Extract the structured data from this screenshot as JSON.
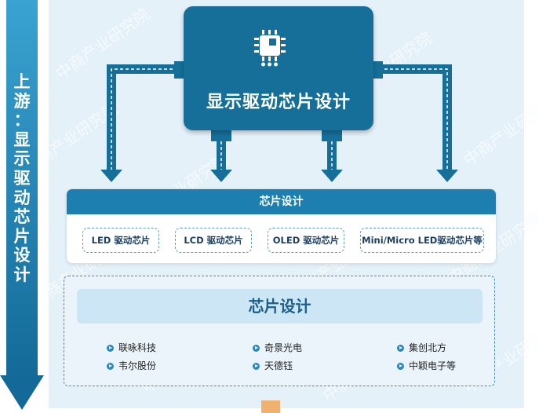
{
  "side_label": [
    "上",
    "游",
    "：",
    "显",
    "示",
    "驱",
    "动",
    "芯",
    "片",
    "设",
    "计"
  ],
  "hero": {
    "title": "显示驱动芯片设计",
    "icon": "chip-icon"
  },
  "chip_design": {
    "title": "芯片设计",
    "items": [
      "LED 驱动芯片",
      "LCD 驱动芯片",
      "OLED 驱动芯片",
      "Mini/Micro LED驱动芯片等"
    ]
  },
  "companies": {
    "title": "芯片设计",
    "list": [
      "联咏科技",
      "奇景光电",
      "集创北方",
      "韦尔股份",
      "天德钰",
      "中颖电子等"
    ]
  },
  "watermark": "中商产业研究院",
  "colors": {
    "primary": "#156f99",
    "accent": "#2a86bf",
    "light": "#e4f1f9"
  }
}
